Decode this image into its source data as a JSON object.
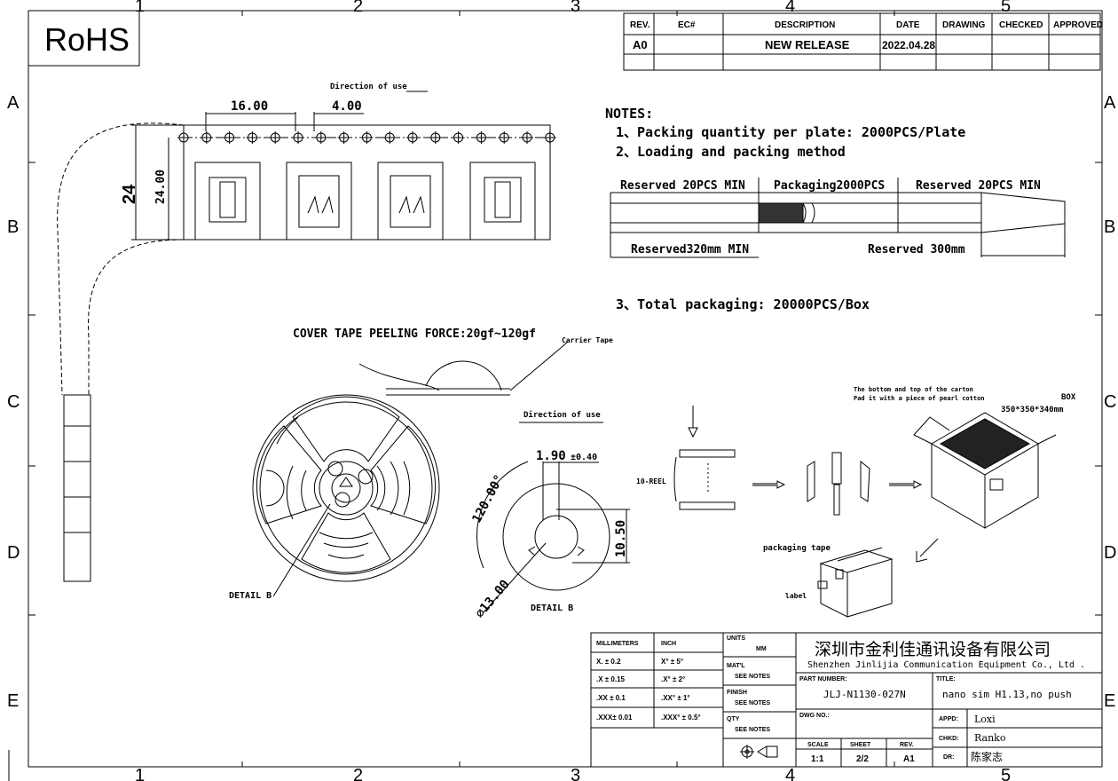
{
  "grid": {
    "columns_top": [
      "1",
      "2",
      "3",
      "4",
      "5"
    ],
    "columns_bottom": [
      "1",
      "2",
      "3",
      "4",
      "5"
    ],
    "rows_left": [
      "A",
      "B",
      "C",
      "D",
      "E"
    ],
    "rows_right": [
      "A",
      "B",
      "C",
      "D",
      "E"
    ]
  },
  "logo": "RoHS",
  "revision_table": {
    "headers": [
      "REV.",
      "EC#",
      "DESCRIPTION",
      "DATE",
      "DRAWING",
      "CHECKED",
      "APPROVED"
    ],
    "row": {
      "rev": "A0",
      "description": "NEW RELEASE",
      "date": "2022.04.28"
    }
  },
  "tape": {
    "direction_label": "Direction of use",
    "pitch_16": "16.00",
    "pitch_4": "4.00",
    "width_big": "24",
    "width_small": "24.00"
  },
  "notes": {
    "title": "NOTES:",
    "note1": "1、Packing quantity per plate: 2000PCS/Plate",
    "note2": "2、Loading and packing method",
    "note3": "3、Total packaging: 20000PCS/Box",
    "reserved_top_left": "Reserved 20PCS MIN",
    "packaging": "Packaging2000PCS",
    "reserved_top_right": "Reserved 20PCS MIN",
    "reserved_bottom_left": "Reserved320mm MIN",
    "reserved_bottom_right": "Reserved 300mm"
  },
  "reel": {
    "peeling_force": "COVER TAPE PEELING FORCE:20gf~120gf",
    "carrier_tape": "Carrier Tape",
    "direction_label": "Direction of use",
    "detail_b_left": "DETAIL B",
    "detail_b": "DETAIL B",
    "dim_190": "1.90",
    "dim_tol": "±0.40",
    "dim_angle": "120.00°",
    "dim_1050": "10.50",
    "dim_13": "∅13.00"
  },
  "boxing": {
    "ten_reel": "10-REEL",
    "carton_note_1": "The bottom and top of the carton",
    "carton_note_2": "Pad it with a piece of pearl cotton",
    "box_label": "BOX",
    "box_size": "350*350*340mm",
    "packaging_tape": "packaging tape",
    "label": "label"
  },
  "title_block": {
    "tolerance_headers": [
      "MILLIMETERS",
      "INCH"
    ],
    "tolerance_rows": [
      [
        "X. ± 0.2",
        "X° ± 5°"
      ],
      [
        ".X ± 0.15",
        ".X° ± 2°"
      ],
      [
        ".XX ± 0.1",
        ".XX° ± 1°"
      ],
      [
        ".XXX± 0.01",
        ".XXX° ± 0.5°"
      ]
    ],
    "units_label": "UNITS",
    "units_value": "MM",
    "material_label": "MAT'L",
    "material_value": "SEE NOTES",
    "finish_label": "FINISH",
    "finish_value": "SEE NOTES",
    "qty_label": "QTY",
    "qty_value": "SEE NOTES",
    "company_cn": "深圳市金利佳通讯设备有限公司",
    "company_en": "Shenzhen Jinlijia Communication Equipment Co., Ltd .",
    "part_number_label": "PART NUMBER:",
    "part_number": "JLJ-N1130-027N",
    "title_label": "TITLE:",
    "title": "nano sim H1.13,no push",
    "dwg_no_label": "DWG NO.:",
    "appd_label": "APPD:",
    "appd": "Loxi",
    "chkd_label": "CHKD:",
    "chkd": "Ranko",
    "dr_label": "DR:",
    "dr": "陈家志",
    "scale_label": "SCALE",
    "scale": "1:1",
    "sheet_label": "SHEET",
    "sheet": "2/2",
    "rev_label": "REV.",
    "rev": "A1"
  }
}
